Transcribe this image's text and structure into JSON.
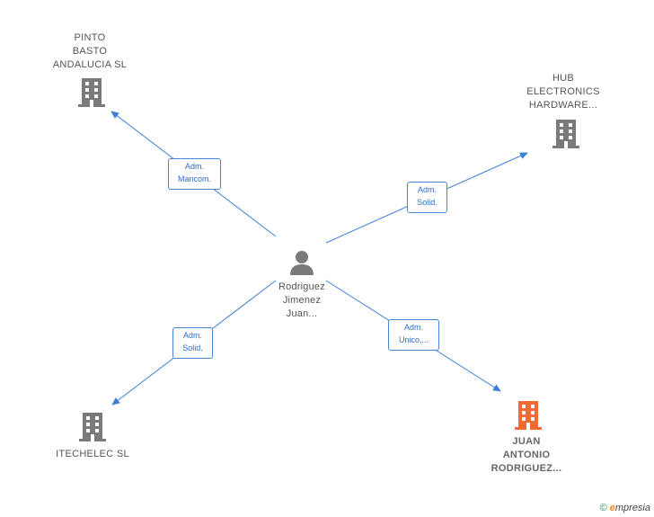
{
  "colors": {
    "edge": "#3f7fd6",
    "building": "#7a7a7a",
    "building_main": "#f06a35",
    "person": "#7a7a7a"
  },
  "nodes": {
    "pinto": {
      "label": "PINTO\nBASTO\nANDALUCIA  SL"
    },
    "hub": {
      "label": "HUB\nELECTRONICS\nHARDWARE..."
    },
    "itechelec": {
      "label": "ITECHELEC  SL"
    },
    "juan": {
      "label": "JUAN\nANTONIO\nRODRIGUEZ..."
    },
    "person": {
      "label": "Rodriguez\nJimenez\nJuan..."
    }
  },
  "edges": {
    "pinto": {
      "label": "Adm.\nMancom."
    },
    "hub": {
      "label": "Adm.\nSolid."
    },
    "itechelec": {
      "label": "Adm.\nSolid."
    },
    "juan": {
      "label": "Adm.\nUnico,..."
    }
  },
  "brand": {
    "copyright": "©",
    "name_first": "e",
    "name_rest": "mpresia"
  }
}
